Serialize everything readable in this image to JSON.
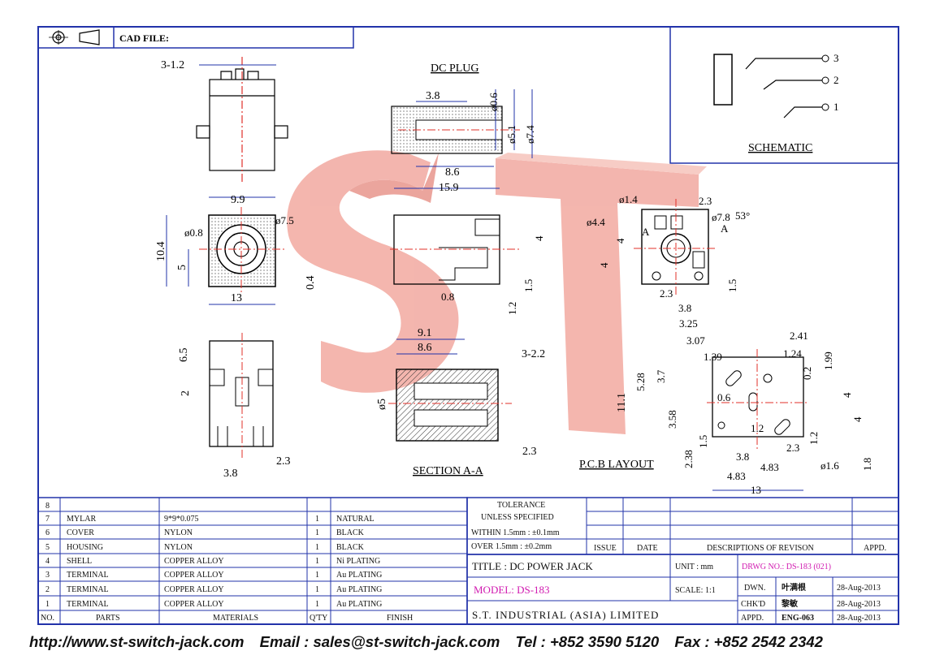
{
  "cad_label": "CAD FILE:",
  "views": {
    "dc_plug": "DC PLUG",
    "section": "SECTION A-A",
    "pcb": "P.C.B LAYOUT",
    "schematic": "SCHEMATIC"
  },
  "schematic_pins": [
    "3",
    "2",
    "1"
  ],
  "watermark": "ST",
  "dims": {
    "top_31_2": "3-1.2",
    "plug_3_8": "3.8",
    "plug_d06": "ø0.6",
    "plug_d51": "ø5.1",
    "plug_d74": "ø7.4",
    "plug_8_6": "8.6",
    "front_9_9": "9.9",
    "front_10_4": "10.4",
    "front_d08": "ø0.8",
    "front_d75": "ø7.5",
    "front_5": "5",
    "front_0_4": "0.4",
    "front_13": "13",
    "side_15_9": "15.9",
    "side_4": "4",
    "side_1_5": "1.5",
    "side_0_8": "0.8",
    "side_1_2": "1.2",
    "r_d14": "ø1.4",
    "r_2_3a": "2.3",
    "r_d44": "ø4.4",
    "r_d78": "ø7.8",
    "r_53": "53°",
    "r_A1": "A",
    "r_A2": "A",
    "r_4a": "4",
    "r_4b": "4",
    "r_2_3b": "2.3",
    "r_1_5": "1.5",
    "r_3_8": "3.8",
    "bot_6_5": "6.5",
    "bot_2": "2",
    "bot_3_8": "3.8",
    "bot_2_3": "2.3",
    "sec_9_1": "9.1",
    "sec_8_6": "8.6",
    "sec_3_2_2": "3-2.2",
    "sec_d5": "ø5",
    "sec_2_3": "2.3",
    "pcb_3_25": "3.25",
    "pcb_2_41": "2.41",
    "pcb_3_07": "3.07",
    "pcb_1_24": "1.24",
    "pcb_1_39": "1.39",
    "pcb_1_99": "1.99",
    "pcb_5_28": "5.28",
    "pcb_3_7": "3.7",
    "pcb_0_2": "0.2",
    "pcb_11_1": "11.1",
    "pcb_0_6": "0.6",
    "pcb_4a": "4",
    "pcb_4b": "4",
    "pcb_3_58": "3.58",
    "pcb_1_2a": "1.2",
    "pcb_1_2b": "1.2",
    "pcb_1_5": "1.5",
    "pcb_2_38": "2.38",
    "pcb_3_8": "3.8",
    "pcb_2_3": "2.3",
    "pcb_d16": "ø1.6",
    "pcb_4_83a": "4.83",
    "pcb_4_83b": "4.83",
    "pcb_13": "13",
    "pcb_1_8": "1.8"
  },
  "bom": {
    "headers": [
      "NO.",
      "PARTS",
      "MATERIALS",
      "Q'TY",
      "FINISH"
    ],
    "rows": [
      {
        "no": "8",
        "part": "",
        "material": "",
        "qty": "",
        "finish": ""
      },
      {
        "no": "7",
        "part": "MYLAR",
        "material": "9*9*0.075",
        "qty": "1",
        "finish": "NATURAL"
      },
      {
        "no": "6",
        "part": "COVER",
        "material": "NYLON",
        "qty": "1",
        "finish": "BLACK"
      },
      {
        "no": "5",
        "part": "HOUSING",
        "material": "NYLON",
        "qty": "1",
        "finish": "BLACK"
      },
      {
        "no": "4",
        "part": "SHELL",
        "material": "COPPER ALLOY",
        "qty": "1",
        "finish": "Ni PLATING"
      },
      {
        "no": "3",
        "part": "TERMINAL",
        "material": "COPPER ALLOY",
        "qty": "1",
        "finish": "Au PLATING"
      },
      {
        "no": "2",
        "part": "TERMINAL",
        "material": "COPPER ALLOY",
        "qty": "1",
        "finish": "Au PLATING"
      },
      {
        "no": "1",
        "part": "TERMINAL",
        "material": "COPPER ALLOY",
        "qty": "1",
        "finish": "Au PLATING"
      }
    ]
  },
  "tolerance": {
    "title": "TOLERANCE",
    "subtitle": "UNLESS SPECIFIED",
    "line1": "WITHIN 1.5mm : ±0.1mm",
    "line2": "OVER  1.5mm : ±0.2mm"
  },
  "revision": {
    "issue": "ISSUE",
    "date": "DATE",
    "desc": "DESCRIPTIONS OF REVISON",
    "appd": "APPD."
  },
  "title_block": {
    "title": "TITLE : DC POWER JACK",
    "unit": "UNIT :  mm",
    "drwg": "DRWG NO.: DS-183 (021)",
    "model": "MODEL: DS-183",
    "scale": "SCALE:  1:1",
    "dwn_label": "DWN.",
    "dwn_name": "叶满根",
    "dwn_date": "28-Aug-2013",
    "chk_label": "CHK'D",
    "chk_name": "黎敏",
    "chk_date": "28-Aug-2013",
    "appd_label": "APPD.",
    "appd_name": "ENG-063",
    "appd_date": "28-Aug-2013",
    "company": "S.T. INDUSTRIAL (ASIA) LIMITED"
  },
  "footer": {
    "url": "http://www.st-switch-jack.com",
    "email": "Email : sales@st-switch-jack.com",
    "tel": "Tel : +852 3590 5120",
    "fax": "Fax : +852 2542 2342"
  },
  "colors": {
    "border": "#2233aa",
    "magenta": "#d11ab0",
    "watermark": "#f2a9a0",
    "centerline": "#e0302a"
  }
}
